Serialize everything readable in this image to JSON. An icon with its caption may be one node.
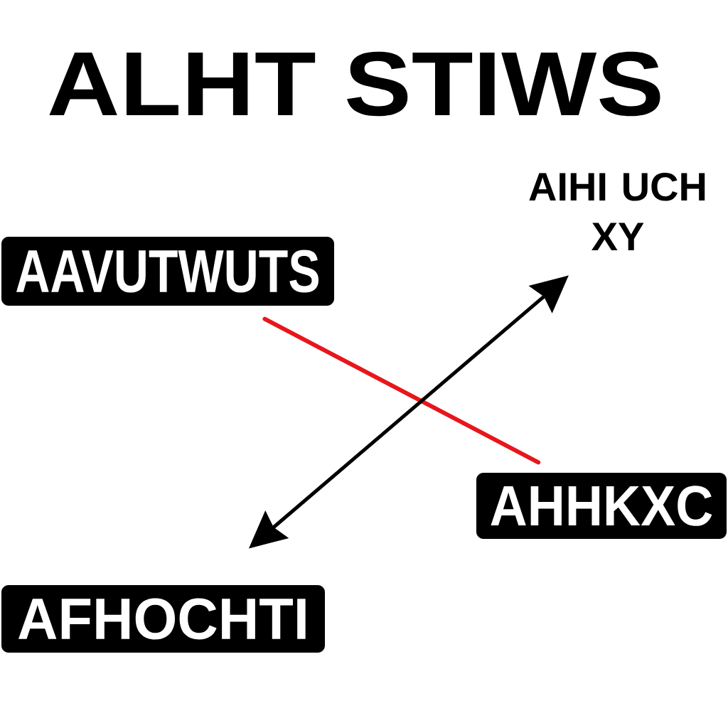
{
  "diagram": {
    "title": "ALHT STIWS",
    "nodes": [
      {
        "text": [
          "AAVUTWUTS"
        ]
      },
      {
        "text": [
          "AIHI UCH XY"
        ]
      },
      {
        "text": [
          "AHHKXC"
        ]
      },
      {
        "text": [
          "AFHOCHTI"
        ]
      }
    ],
    "edges": [
      {
        "from": 0,
        "to": 2,
        "arrow": "none",
        "color": "#e8161b"
      },
      {
        "from": 3,
        "to": 1,
        "arrow": "both",
        "color": "#000000"
      }
    ]
  }
}
